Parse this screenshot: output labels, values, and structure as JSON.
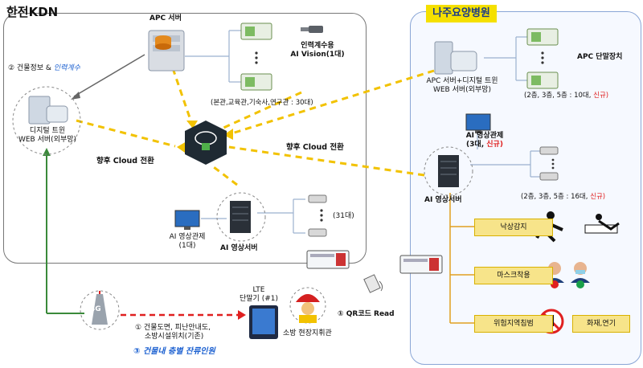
{
  "titles": {
    "kdn": "한전KDN",
    "hospital": "나주요양병원"
  },
  "kdn": {
    "apc_server": "APC 서버",
    "people_counting_l1": "인력계수용",
    "people_counting_l2": "AI Vision(1대)",
    "device_count": "(본관,교육관,기숙사,연구관 : 30대)",
    "building_info": "② 건물정보 & ",
    "building_info_em": "인력계수",
    "twin_l1": "디지털 트윈",
    "twin_l2": "WEB 서버(외부망)",
    "cloud_transition": "향후 Cloud 전환",
    "ai_monitor_l1": "AI 영상관제",
    "ai_monitor_l2": "(1대)",
    "ai_video_server": "AI 영상서버",
    "camera_count": "(31대)"
  },
  "hospital": {
    "apc_twin_l1": "APC 서버+디지털 트윈",
    "apc_twin_l2": "WEB 서버(외부망)",
    "apc_terminal": "APC 단말장치",
    "apc_count": "(2층, 3층, 5층 : 10대, ",
    "apc_new": "신규)",
    "cloud_transition": "향후 Cloud 전환",
    "ai_monitor_l1": "AI 영상관제",
    "ai_monitor_l2_a": "(3대, ",
    "ai_monitor_l2_b": "신규)",
    "ai_video_server": "AI 영상서버",
    "cam_count": "(2층, 3층, 5층 : 16대, ",
    "cam_new": "신규)",
    "fall": "낙상감지",
    "mask": "마스크착용",
    "danger": "위험지역침범",
    "fire": "화재,연기"
  },
  "bottom": {
    "lte_l1": "LTE",
    "lte_l2": "단말기 (#1)",
    "network": "4G",
    "info_l1": "① 건물도면, 피난안내도,",
    "info_l2": "소방시설위치(기존)",
    "remaining": "③ 건물내 층별 잔류인원",
    "qr": "① QR코드 Read",
    "fire_commander": "소방 현장지휘관"
  },
  "colors": {
    "dash": "#f2c200",
    "red_dash": "#e02020",
    "blue_em": "#1a5fd0",
    "new_red": "#e02020"
  }
}
